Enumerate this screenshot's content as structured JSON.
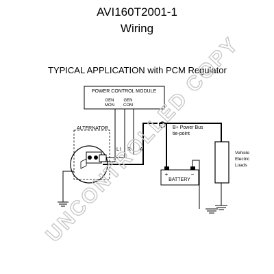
{
  "header": {
    "part_number": "AVI160T2001-1",
    "title": "Wiring",
    "subtitle": "TYPICAL APPLICATION with PCM Regulator"
  },
  "pcm": {
    "label": "POWER CONTROL MODULE",
    "gen_mon_top": "GEN",
    "gen_mon_bottom": "MON",
    "gen_com_top": "GEN",
    "gen_com_bottom": "COM"
  },
  "alternator": {
    "label": "ALTERNATOR",
    "terminal_l": "L",
    "terminal_i": "I",
    "terminal_r": "R",
    "terminal_a": "A"
  },
  "bus": {
    "label_line1": "B+ Power Bus",
    "label_line2": "tie-point"
  },
  "battery": {
    "label": "BATTERY",
    "plus": "+",
    "minus": "−"
  },
  "loads": {
    "line1": "Vehicle",
    "line2": "Electric",
    "line3": "Loads"
  },
  "watermark": {
    "text": "UNCONTROLLED COPY",
    "color": "#c8c8c8"
  }
}
